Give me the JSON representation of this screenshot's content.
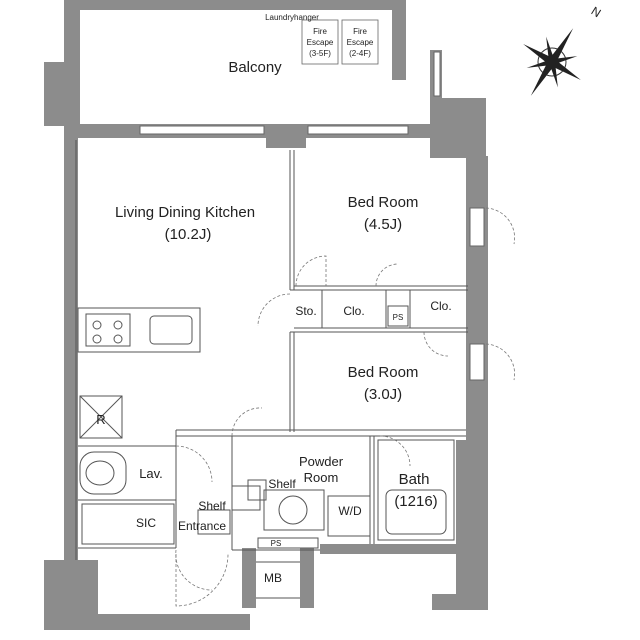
{
  "plan": {
    "balcony": "Balcony",
    "laundry_hanger": "Laundryhanger",
    "fire_escape_1": {
      "line1": "Fire",
      "line2": "Escape",
      "line3": "(3-5F)"
    },
    "fire_escape_2": {
      "line1": "Fire",
      "line2": "Escape",
      "line3": "(2-4F)"
    },
    "ldk": {
      "name": "Living Dining Kitchen",
      "size": "(10.2J)"
    },
    "bed1": {
      "name": "Bed Room",
      "size": "(4.5J)"
    },
    "bed2": {
      "name": "Bed Room",
      "size": "(3.0J)"
    },
    "sto": "Sto.",
    "clo1": "Clo.",
    "clo2": "Clo.",
    "ps1": "PS",
    "ps2": "PS",
    "r": "R",
    "lav": "Lav.",
    "sic": "SIC",
    "shelf1": "Shelf",
    "shelf2": "Shelf",
    "entrance": "Entrance",
    "powder": {
      "line1": "Powder",
      "line2": "Room"
    },
    "wd": "W/D",
    "bath": {
      "name": "Bath",
      "size": "(1216)"
    },
    "mb": "MB",
    "compass_n": "N"
  }
}
